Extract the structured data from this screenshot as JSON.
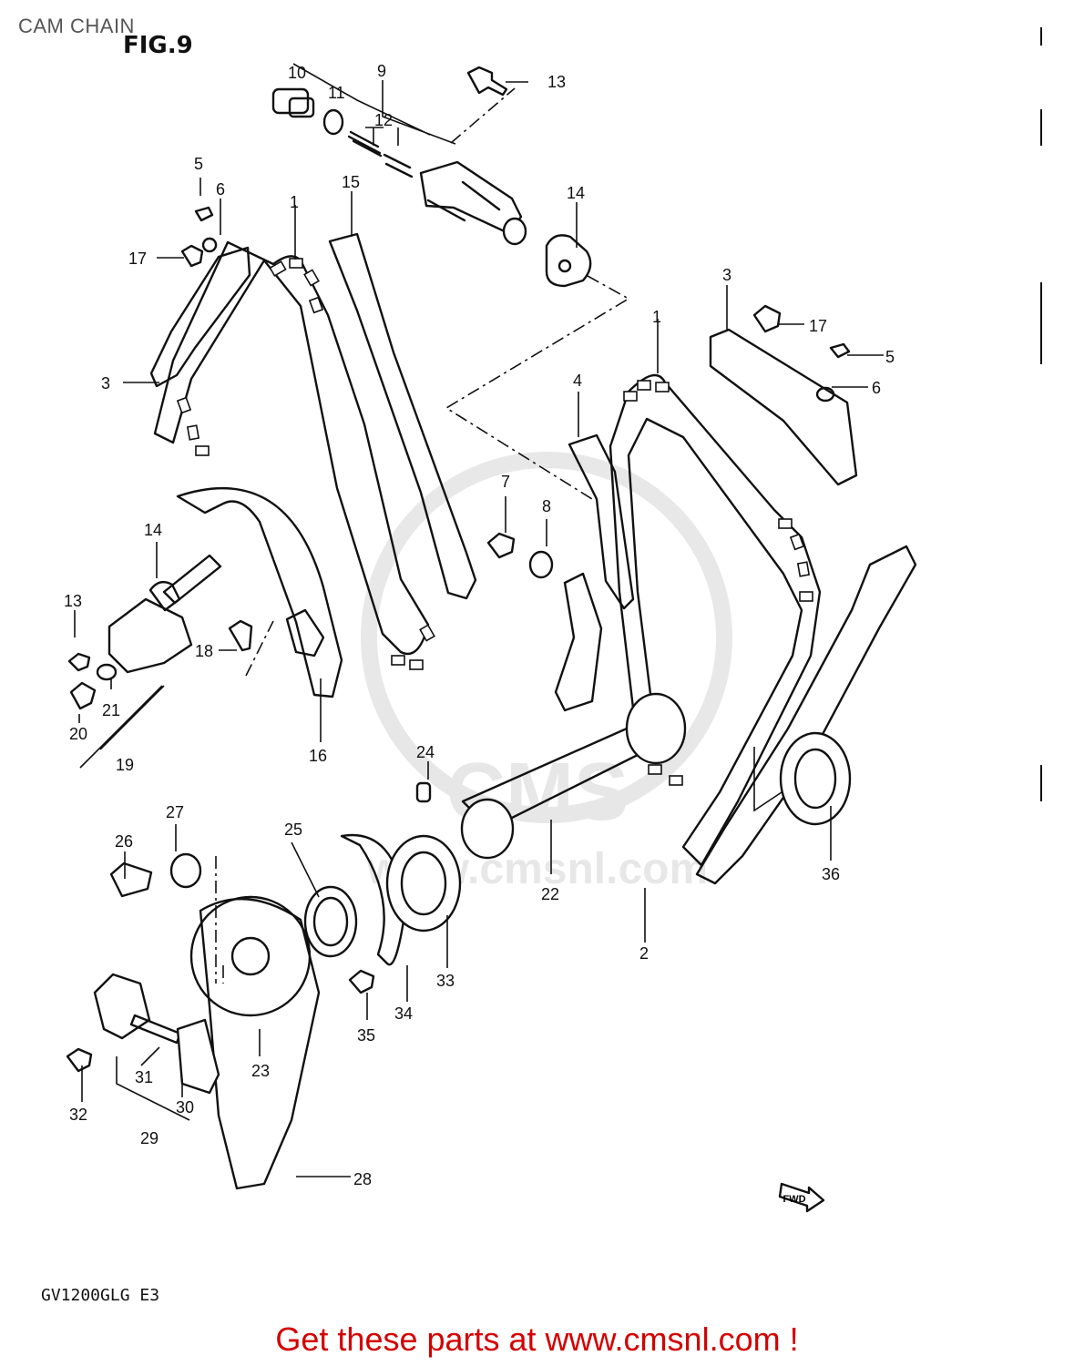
{
  "page": {
    "title": "CAM CHAIN",
    "figure_label": "FIG.9",
    "model_code": "GV1200GLG E3",
    "cta": "Get these parts at www.cmsnl.com !",
    "cta_color": "#d40000"
  },
  "diagram": {
    "watermark_text": "www.cmsnl.com",
    "watermark_logo": "CMS",
    "fwd_arrow": "FWD",
    "callouts": [
      "10",
      "9",
      "13",
      "11",
      "12",
      "5",
      "6",
      "15",
      "14",
      "17",
      "1",
      "3",
      "3",
      "17",
      "5",
      "6",
      "1",
      "4",
      "7",
      "8",
      "14",
      "13",
      "18",
      "21",
      "20",
      "19",
      "16",
      "24",
      "27",
      "26",
      "25",
      "22",
      "36",
      "2",
      "33",
      "34",
      "35",
      "23",
      "31",
      "30",
      "32",
      "29",
      "28"
    ]
  }
}
